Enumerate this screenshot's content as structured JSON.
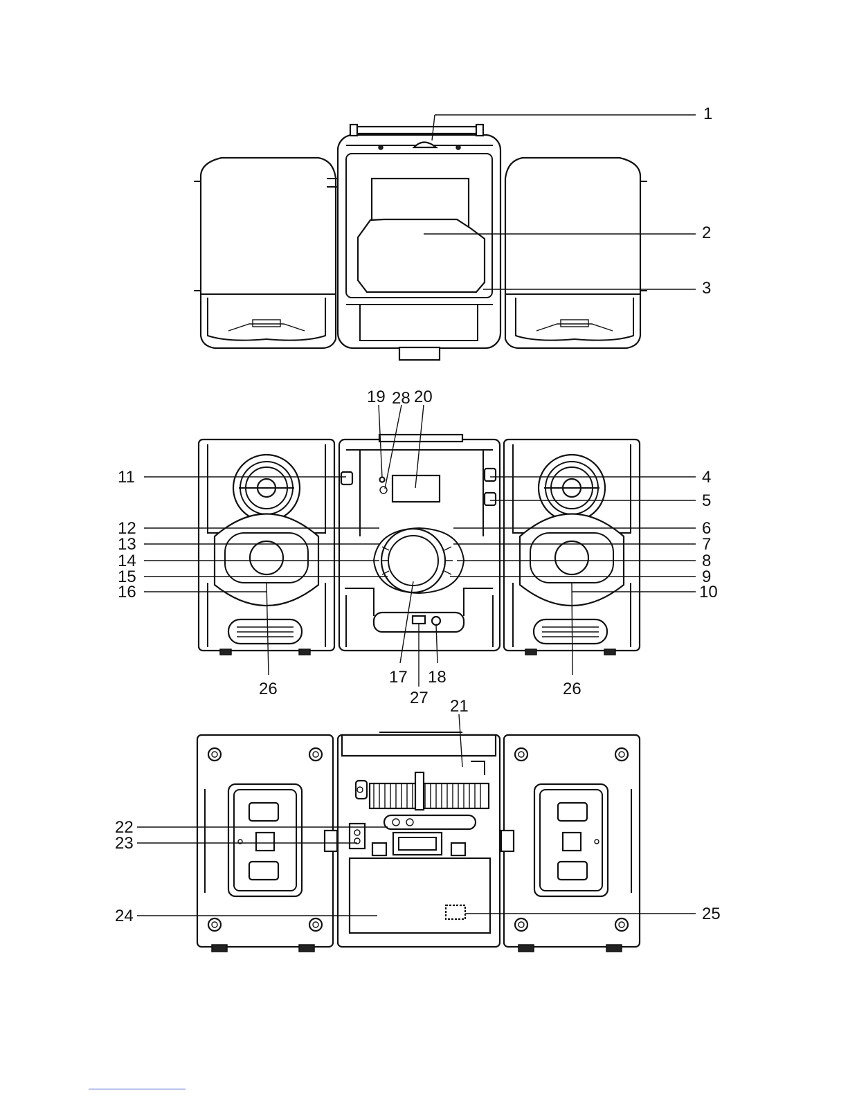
{
  "figure": {
    "callouts": {
      "c1": "1",
      "c2": "2",
      "c3": "3",
      "c4": "4",
      "c5": "5",
      "c6": "6",
      "c7": "7",
      "c8": "8",
      "c9": "9",
      "c10": "10",
      "c11": "11",
      "c12": "12",
      "c13": "13",
      "c14": "14",
      "c15": "15",
      "c16": "16",
      "c17": "17",
      "c18": "18",
      "c19": "19",
      "c20": "20",
      "c21": "21",
      "c22": "22",
      "c23": "23",
      "c24": "24",
      "c25": "25",
      "c26a": "26",
      "c26b": "26",
      "c27": "27",
      "c28": "28"
    }
  }
}
